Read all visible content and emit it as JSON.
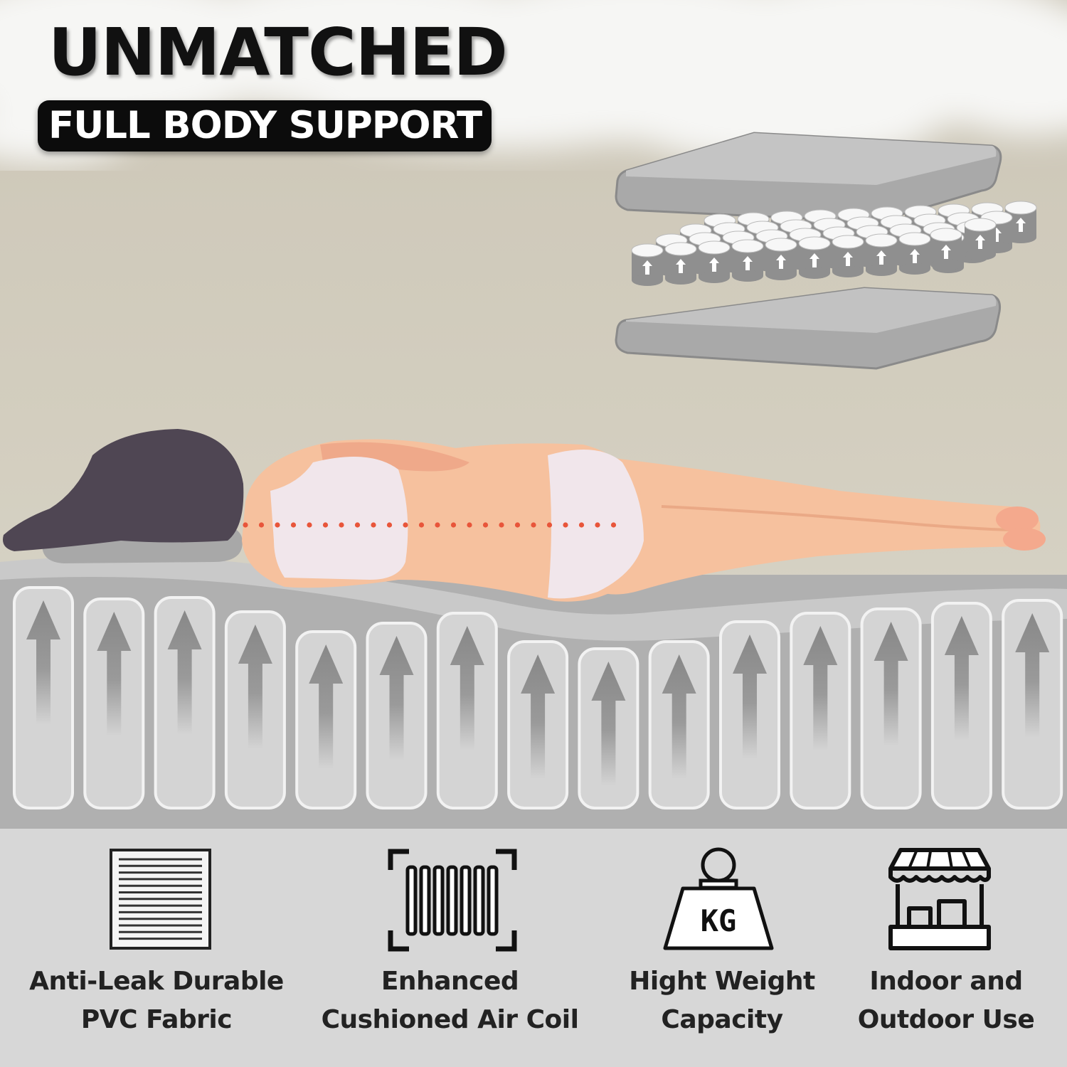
{
  "headline": {
    "title": "UNMATCHED",
    "subtitle": "FULL BODY SUPPORT"
  },
  "colors": {
    "background": "#d3cebf",
    "spine_dots": "#e8553a",
    "skin": "#f6c19e",
    "hair": "#4f4653",
    "clothing": "#f0e4ea",
    "mattress": "#b3b3b3",
    "coil": "#d4d4d4",
    "arrow": "#8d8d8d",
    "panel": "#d7d7d7",
    "text": "#222222"
  },
  "features": [
    {
      "icon": "fabric-sheet-icon",
      "line1": "Anti-Leak Durable",
      "line2": "PVC Fabric"
    },
    {
      "icon": "air-coil-icon",
      "line1": "Enhanced",
      "line2": "Cushioned Air Coil"
    },
    {
      "icon": "kg-weight-icon",
      "line1": "Hight Weight",
      "line2": "Capacity"
    },
    {
      "icon": "storefront-icon",
      "line1": "Indoor and",
      "line2": "Outdoor Use"
    }
  ]
}
